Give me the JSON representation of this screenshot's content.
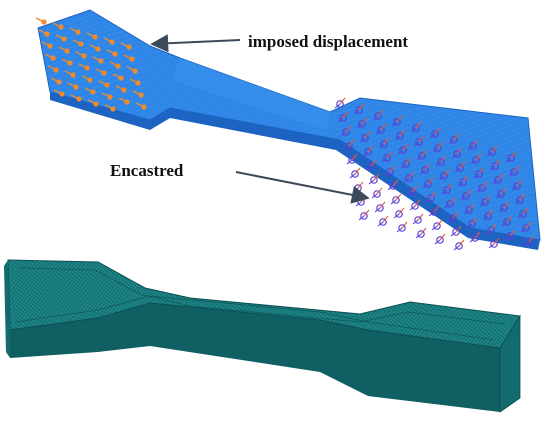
{
  "labels": {
    "imposed_displacement": "imposed displacement",
    "encastred": "Encastred"
  },
  "colors": {
    "background": "#ffffff",
    "model_blue": "#2f86e6",
    "model_blue_dark": "#1d64c2",
    "load_marker": "#f08a2a",
    "bc_marker_blue": "#5a3fd8",
    "bc_marker_red": "#e05a3a",
    "mesh_teal": "#1f8c8c",
    "mesh_teal_dark": "#0f5f63",
    "arrow": "#3d4a5a"
  },
  "icons": {
    "load_markers": "orange-load-arrows",
    "bc_markers": "encastre-triad-markers"
  }
}
